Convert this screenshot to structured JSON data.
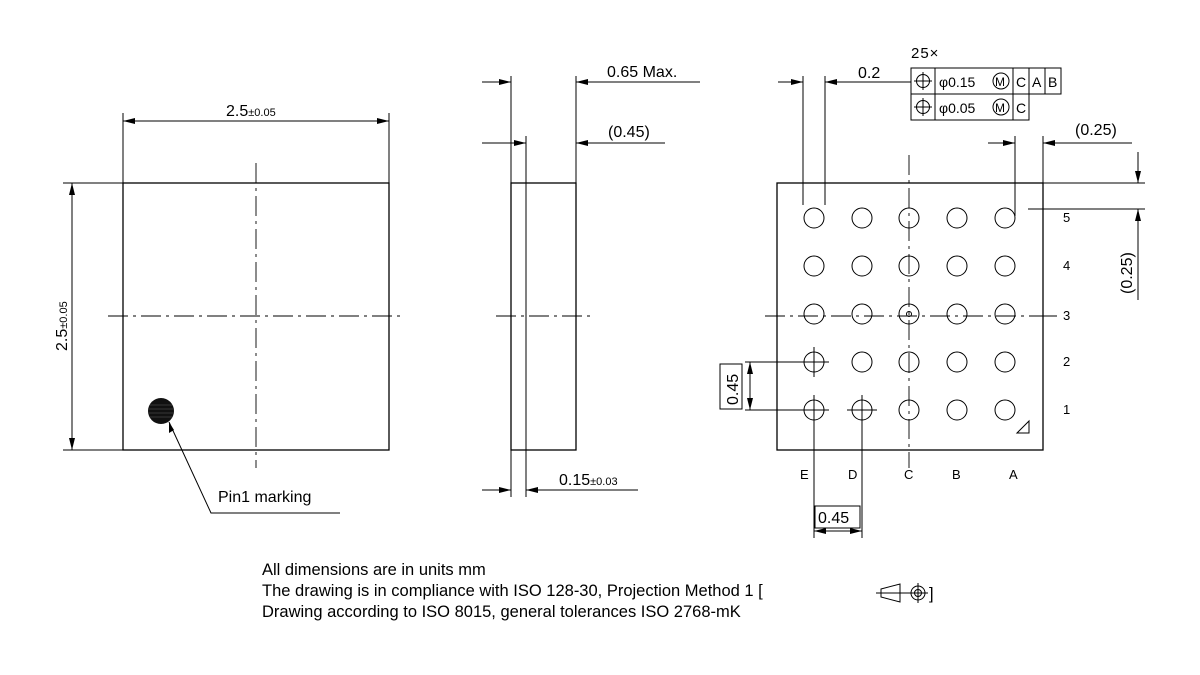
{
  "top_view": {
    "width_dim": {
      "value": "2.5",
      "tol": "±0.05"
    },
    "height_dim": {
      "value": "2.5",
      "tol": "±0.05"
    },
    "pin1_label": "Pin1 marking"
  },
  "side_view": {
    "total_height": "0.65 Max.",
    "body_height": "(0.45)",
    "ball_height": {
      "value": "0.15",
      "tol": "±0.03"
    }
  },
  "bottom_view": {
    "ball_count": "25×",
    "ball_diameter_dim": "0.2",
    "fcf_row1": {
      "diameter": "φ0.15",
      "mod": "M",
      "refs": [
        "C",
        "A",
        "B"
      ]
    },
    "fcf_row2": {
      "diameter": "φ0.05",
      "mod": "M",
      "refs": [
        "C"
      ]
    },
    "edge_offset_x": "(0.25)",
    "edge_offset_y": "(0.25)",
    "pitch_y": "0.45",
    "pitch_x": "0.45",
    "rows": [
      "5",
      "4",
      "3",
      "2",
      "1"
    ],
    "cols": [
      "E",
      "D",
      "C",
      "B",
      "A"
    ]
  },
  "notes": [
    "All dimensions are in units mm",
    "The drawing is in compliance with ISO 128-30, Projection Method 1 [",
    "Drawing according to ISO 8015, general tolerances ISO 2768-mK"
  ]
}
